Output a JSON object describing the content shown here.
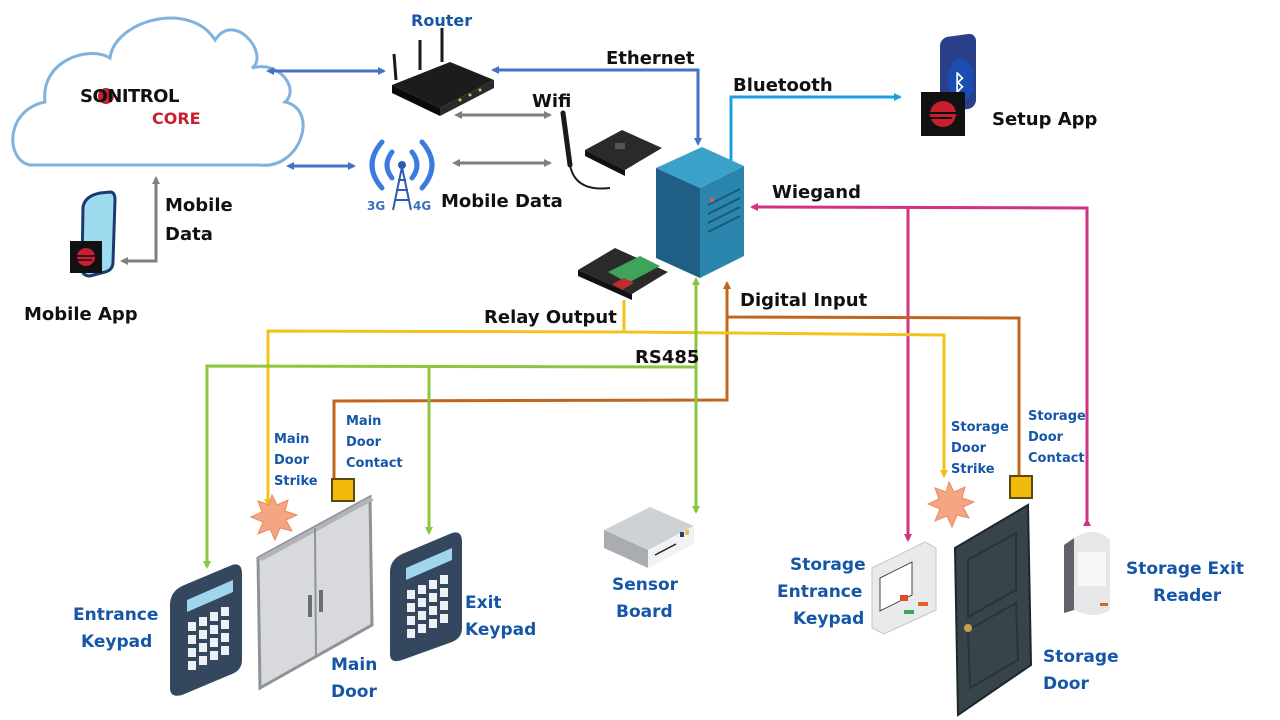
{
  "title": "Sonitrol Core access control system diagram",
  "colors": {
    "ethernet": "#4472c4",
    "cloud_link": "#4472c4",
    "wireless": "#7f7f7f",
    "bluetooth": "#1ba1e2",
    "wiegand": "#d03284",
    "digital_input": "#c0651b",
    "relay_output": "#f2c21b",
    "rs485": "#8cc63f",
    "label_blue": "#1556a8",
    "label_dark": "#111111",
    "brand_red": "#c8202f"
  },
  "cloud": {
    "brand": "SONITROL",
    "product": "CORE"
  },
  "nodes": {
    "router": "Router",
    "mobile_data_tower": "Mobile Data",
    "tower_left_badge": "3G",
    "tower_right_badge": "4G",
    "setup_app": "Setup App",
    "mobile_app": "Mobile App",
    "mobile_app_link": [
      "Mobile",
      "Data"
    ],
    "sensor_board": [
      "Sensor",
      "Board"
    ],
    "entrance_keypad": [
      "Entrance",
      "Keypad"
    ],
    "main_door": [
      "Main",
      "Door"
    ],
    "exit_keypad": [
      "Exit",
      "Keypad"
    ],
    "main_door_strike": [
      "Main",
      "Door",
      "Strike"
    ],
    "main_door_contact": [
      "Main",
      "Door",
      "Contact"
    ],
    "storage_door_strike": [
      "Storage",
      "Door",
      "Strike"
    ],
    "storage_door_contact": [
      "Storage",
      "Door",
      "Contact"
    ],
    "storage_entrance_keypad": [
      "Storage",
      "Entrance",
      "Keypad"
    ],
    "storage_door": [
      "Storage",
      "Door"
    ],
    "storage_exit_reader": [
      "Storage Exit",
      "Reader"
    ]
  },
  "links": {
    "ethernet": "Ethernet",
    "wifi": "Wifi",
    "bluetooth": "Bluetooth",
    "wiegand": "Wiegand",
    "digital_input": "Digital Input",
    "relay_output": "Relay Output",
    "rs485": "RS485"
  }
}
